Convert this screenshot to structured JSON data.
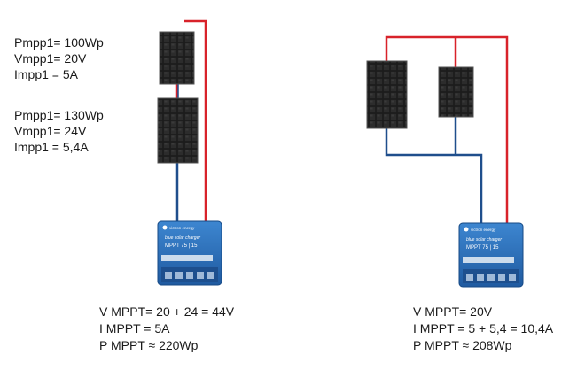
{
  "left_panels": {
    "panel1": {
      "pmpp": "Pmpp1= 100Wp",
      "vmpp": "Vmpp1= 20V",
      "impp": "Impp1 = 5A"
    },
    "panel2": {
      "pmpp": "Pmpp1= 130Wp",
      "vmpp": "Vmpp1= 24V",
      "impp": "Impp1 = 5,4A"
    }
  },
  "left_result": {
    "v": "V MPPT= 20 + 24 = 44V",
    "i": "I MPPT = 5A",
    "p": "P MPPT ≈ 220Wp"
  },
  "right_result": {
    "v": "V MPPT= 20V",
    "i": "I MPPT = 5 + 5,4 = 10,4A",
    "p": "P MPPT ≈ 208Wp"
  },
  "controller": {
    "brand": "victron energy",
    "name": "blue solar charger",
    "model": "MPPT 75 | 15"
  },
  "colors": {
    "positive_wire": "#d8222a",
    "negative_wire": "#1f4e8c",
    "controller_blue": "#2b6fb8",
    "panel_dark": "#1b1b1b"
  }
}
